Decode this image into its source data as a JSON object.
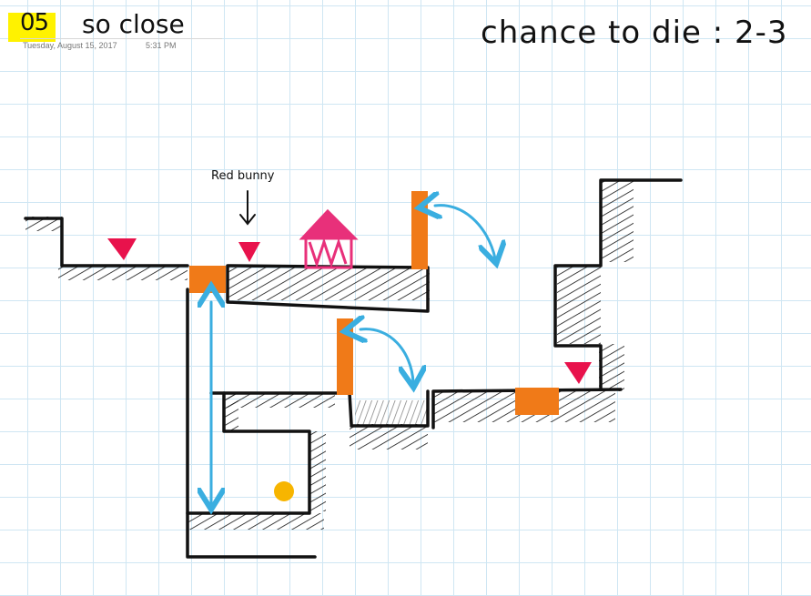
{
  "page": {
    "number": "05",
    "title": "so close",
    "date": "Tuesday, August 15, 2017",
    "time": "5:31 PM"
  },
  "annotations": {
    "chance": "chance to die : 2-3",
    "bunny_label": "Red bunny"
  },
  "colors": {
    "highlight": "#fff200",
    "ink": "#111111",
    "hazard": "#e8124c",
    "platform": "#f07a18",
    "arrow": "#3aaee0",
    "coin": "#f7b500",
    "bunny": "#e8307a",
    "grid": "#cfe6f3"
  },
  "icons": [
    "spike-icon",
    "house-icon",
    "coin-icon",
    "down-arrow-icon",
    "curved-arrow-icon",
    "vertical-arrow-icon"
  ]
}
